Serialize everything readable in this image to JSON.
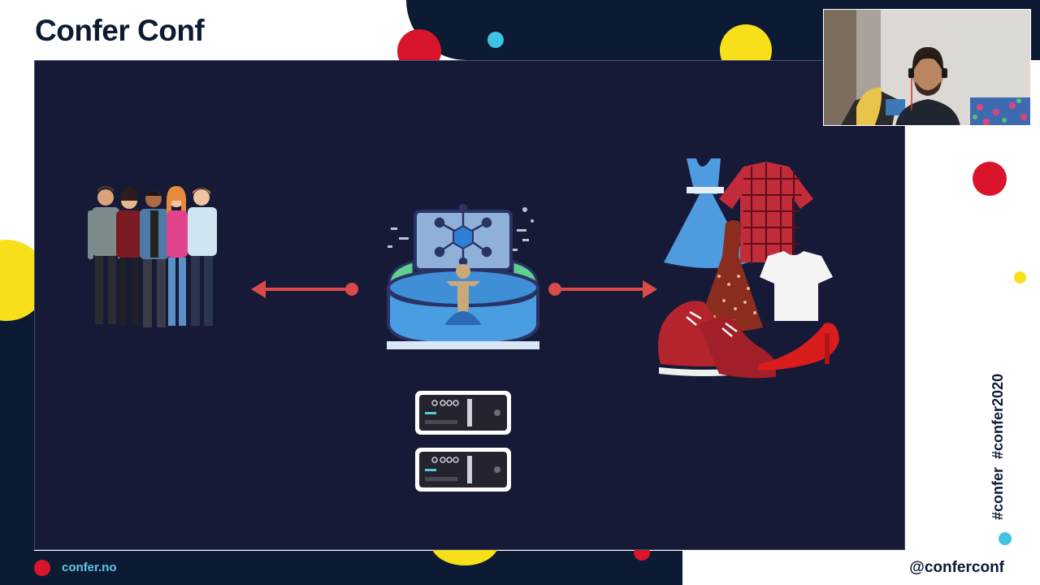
{
  "header": {
    "title": "Confer Conf"
  },
  "footer": {
    "site": "confer.no",
    "handle": "@conferconf"
  },
  "side": {
    "hashtags": "#confer  #confer2020"
  },
  "icons": [
    "people-group-icon",
    "arrow-left-icon",
    "ai-platform-icon",
    "arrow-right-icon",
    "clothing-items-icon",
    "server-icon"
  ],
  "colors": {
    "navy": "#0c1b33",
    "slide_bg": "#161a37",
    "red": "#d9152b",
    "yellow": "#f7e01a",
    "cyan": "#3ec3e5",
    "arrow_red": "#d94a4a"
  }
}
